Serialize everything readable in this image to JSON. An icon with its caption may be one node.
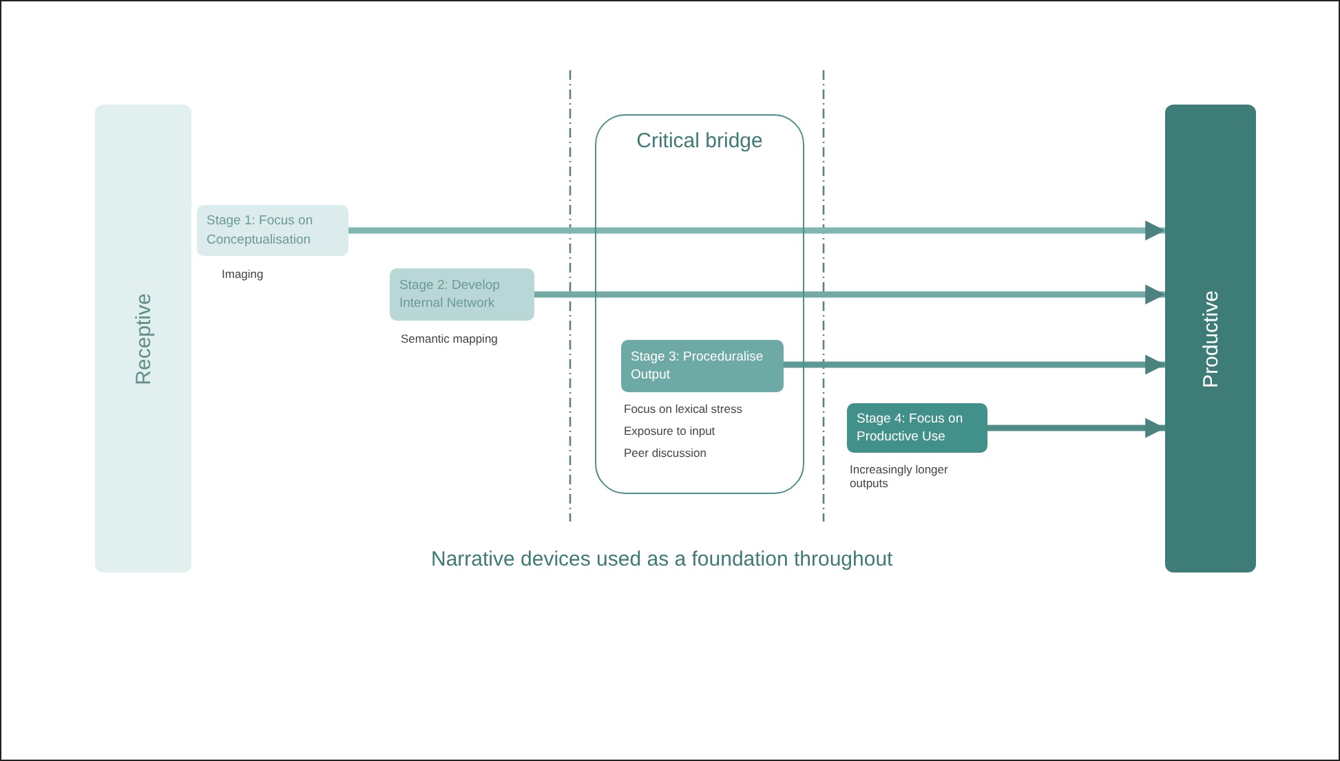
{
  "diagram": {
    "nodes": [
      {
        "text": [
          "Receptive"
        ]
      },
      {
        "text": [
          "Critical bridge"
        ]
      },
      {
        "text": [
          "Stage 1: Focus on Conceptualisation"
        ],
        "beside": [
          "Imaging"
        ]
      },
      {
        "text": [
          "Stage 2: Develop Internal Network"
        ],
        "beside": [
          "Semantic mapping"
        ]
      },
      {
        "text": [
          "Stage 3: Proceduralise Output"
        ],
        "in": 1,
        "beside": [
          "Focus on lexical stress",
          "Exposure to input",
          "Peer discussion"
        ]
      },
      {
        "text": [
          "Stage 4: Focus on Productive Use"
        ],
        "beside": [
          "Increasingly longer outputs"
        ]
      },
      {
        "text": [
          "Productive"
        ]
      }
    ],
    "edges": [
      {
        "from": 2,
        "to": 6,
        "arrow": "to"
      },
      {
        "from": 3,
        "to": 6,
        "arrow": "to"
      },
      {
        "from": 4,
        "to": 6,
        "arrow": "to"
      },
      {
        "from": 5,
        "to": 6,
        "arrow": "to"
      }
    ],
    "labels": [
      "Narrative devices used as a foundation throughout"
    ]
  }
}
